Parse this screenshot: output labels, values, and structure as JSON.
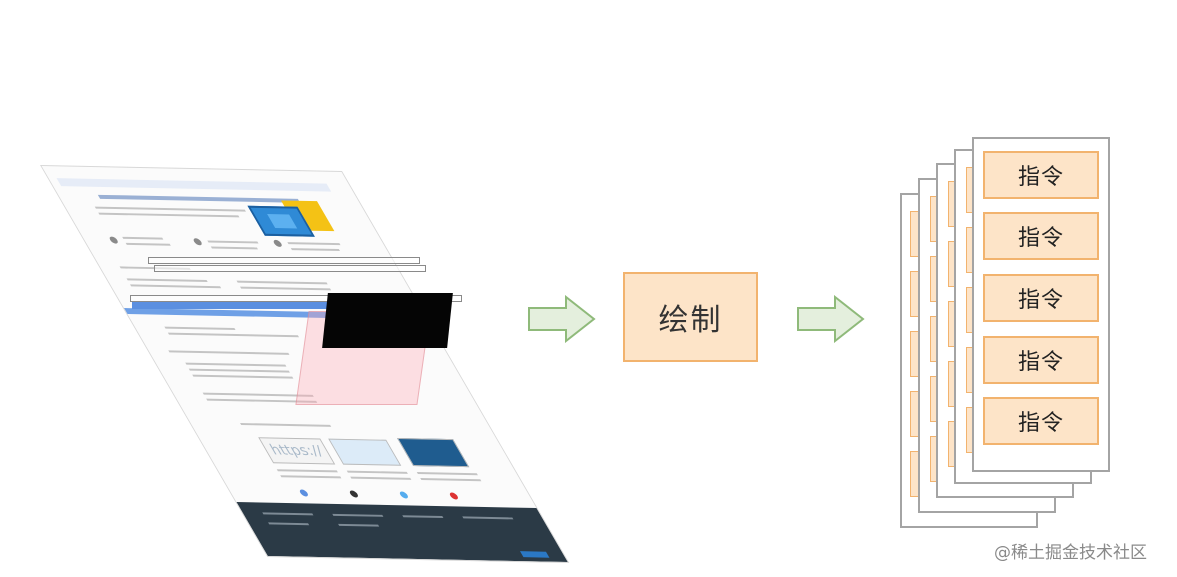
{
  "process": {
    "draw_label": "绘制",
    "instructions": [
      "指令",
      "指令",
      "指令",
      "指令",
      "指令"
    ]
  },
  "webpage_thumbnail": {
    "https_badge": "https://"
  },
  "watermark": "@稀土掘金技术社区",
  "colors": {
    "box_fill": "#fde4c8",
    "box_border": "#f2b36e",
    "arrow_fill": "#e4efdd",
    "arrow_border": "#8fba7a",
    "sheet_border": "#a4a4a4"
  }
}
